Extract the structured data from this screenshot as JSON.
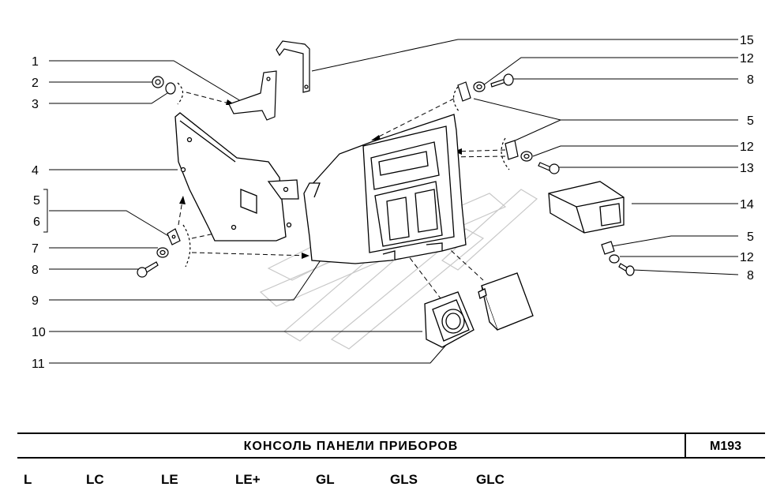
{
  "callouts_left": [
    "1",
    "2",
    "3",
    "4",
    "5",
    "6",
    "7",
    "8",
    "9",
    "10",
    "11"
  ],
  "callouts_right": [
    "15",
    "12",
    "8",
    "5",
    "12",
    "13",
    "14",
    "5",
    "12",
    "8"
  ],
  "title": "КОНСОЛЬ ПАНЕЛИ ПРИБОРОВ",
  "code": "M193",
  "variants": [
    "L",
    "LC",
    "LE",
    "LE+",
    "GL",
    "GLS",
    "GLC"
  ]
}
